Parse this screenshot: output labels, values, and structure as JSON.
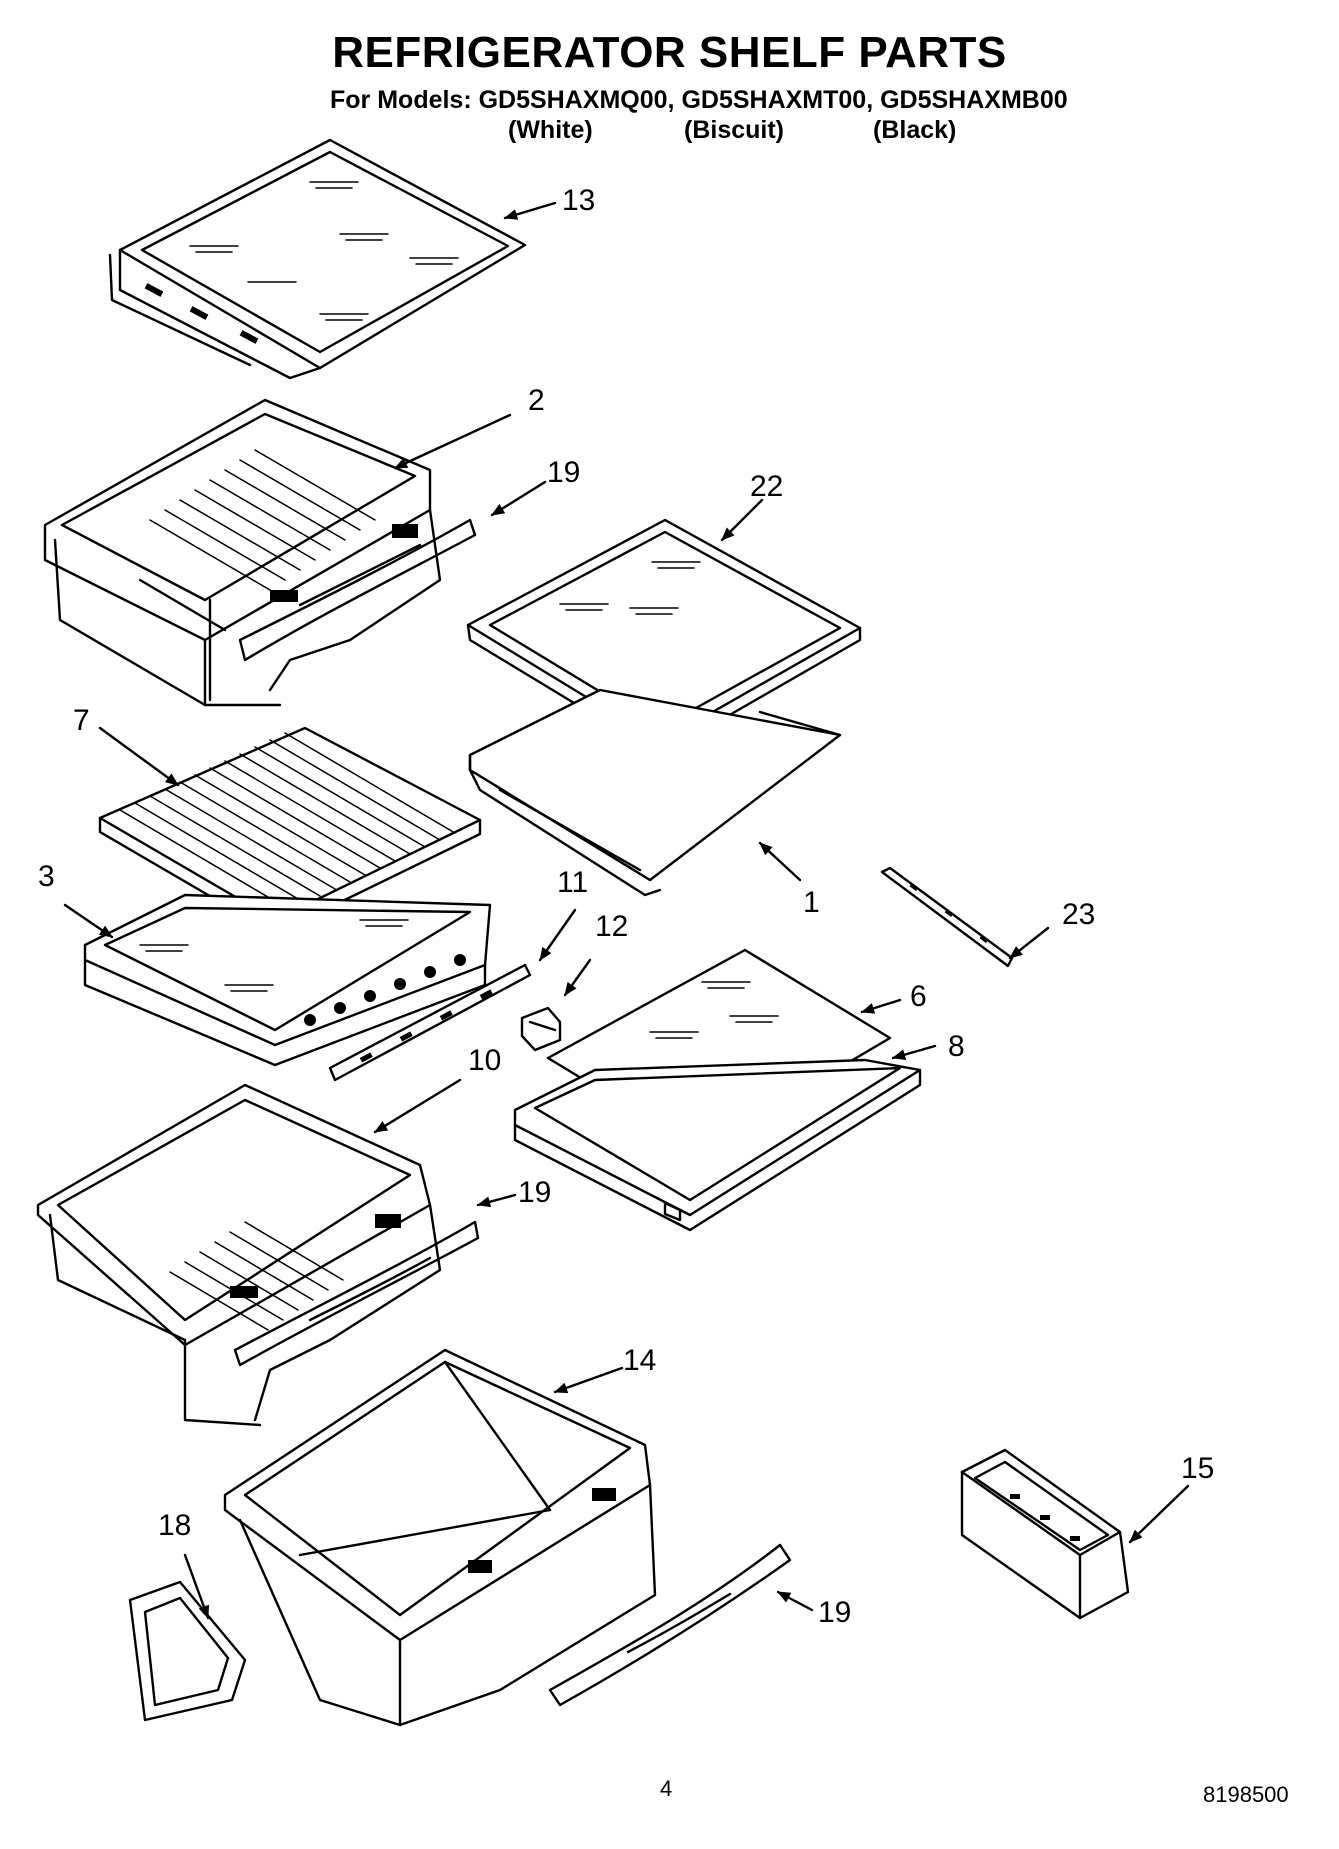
{
  "header": {
    "title": "REFRIGERATOR SHELF PARTS",
    "models_line": "For Models: GD5SHAXMQ00, GD5SHAXMT00, GD5SHAXMB00",
    "variants": [
      "(White)",
      "(Biscuit)",
      "(Black)"
    ]
  },
  "callouts": {
    "c13": "13",
    "c2": "2",
    "c19a": "19",
    "c22": "22",
    "c7": "7",
    "c3": "3",
    "c1": "1",
    "c11": "11",
    "c12": "12",
    "c23": "23",
    "c6": "6",
    "c8": "8",
    "c10": "10",
    "c19b": "19",
    "c14": "14",
    "c15": "15",
    "c18": "18",
    "c19c": "19"
  },
  "footer": {
    "page_number": "4",
    "doc_number": "8198500"
  }
}
